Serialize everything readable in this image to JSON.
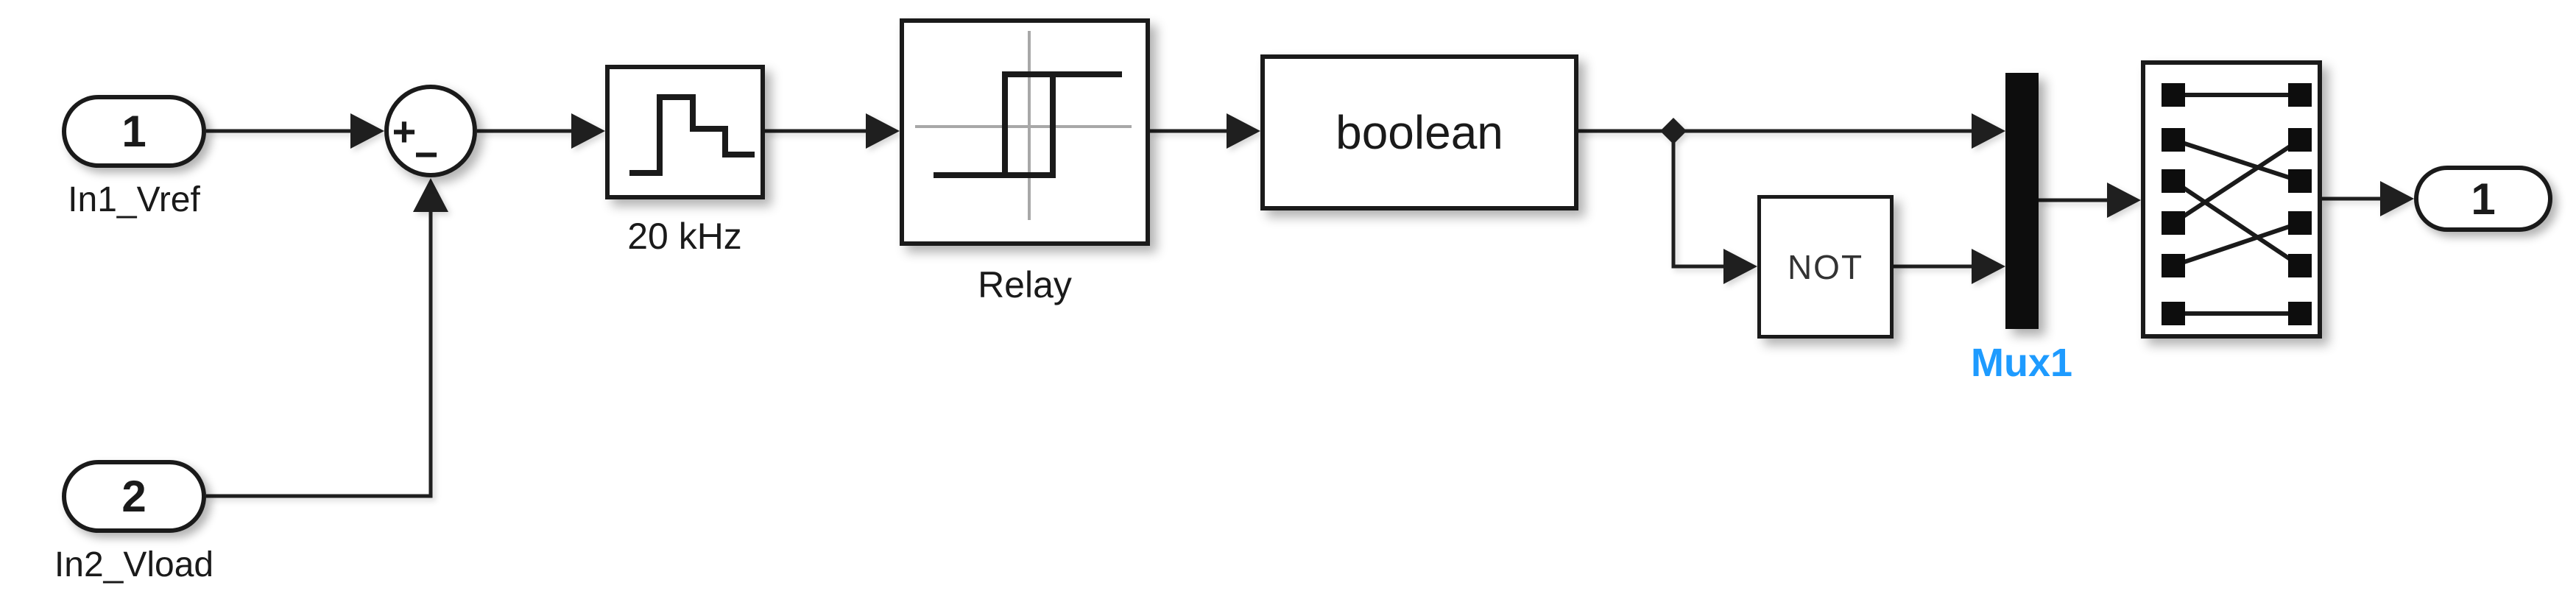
{
  "colors": {
    "background": "#ffffff",
    "wire": "#1f1f1f",
    "block_border": "#1a1a1a",
    "relay_axis_gray": "#a8a8a8",
    "not_text": "#333333",
    "mux_label_blue": "#1e9bff"
  },
  "inport1": {
    "number": "1",
    "label": "In1_Vref"
  },
  "inport2": {
    "number": "2",
    "label": "In2_Vload"
  },
  "sum": {
    "plus": "+",
    "minus": "−"
  },
  "sample_hold": {
    "label": "20 kHz"
  },
  "relay": {
    "label": "Relay"
  },
  "data_type_conversion": {
    "text": "boolean"
  },
  "logical_operator": {
    "text": "NOT"
  },
  "mux": {
    "label": "Mux1"
  },
  "outport1": {
    "number": "1"
  }
}
